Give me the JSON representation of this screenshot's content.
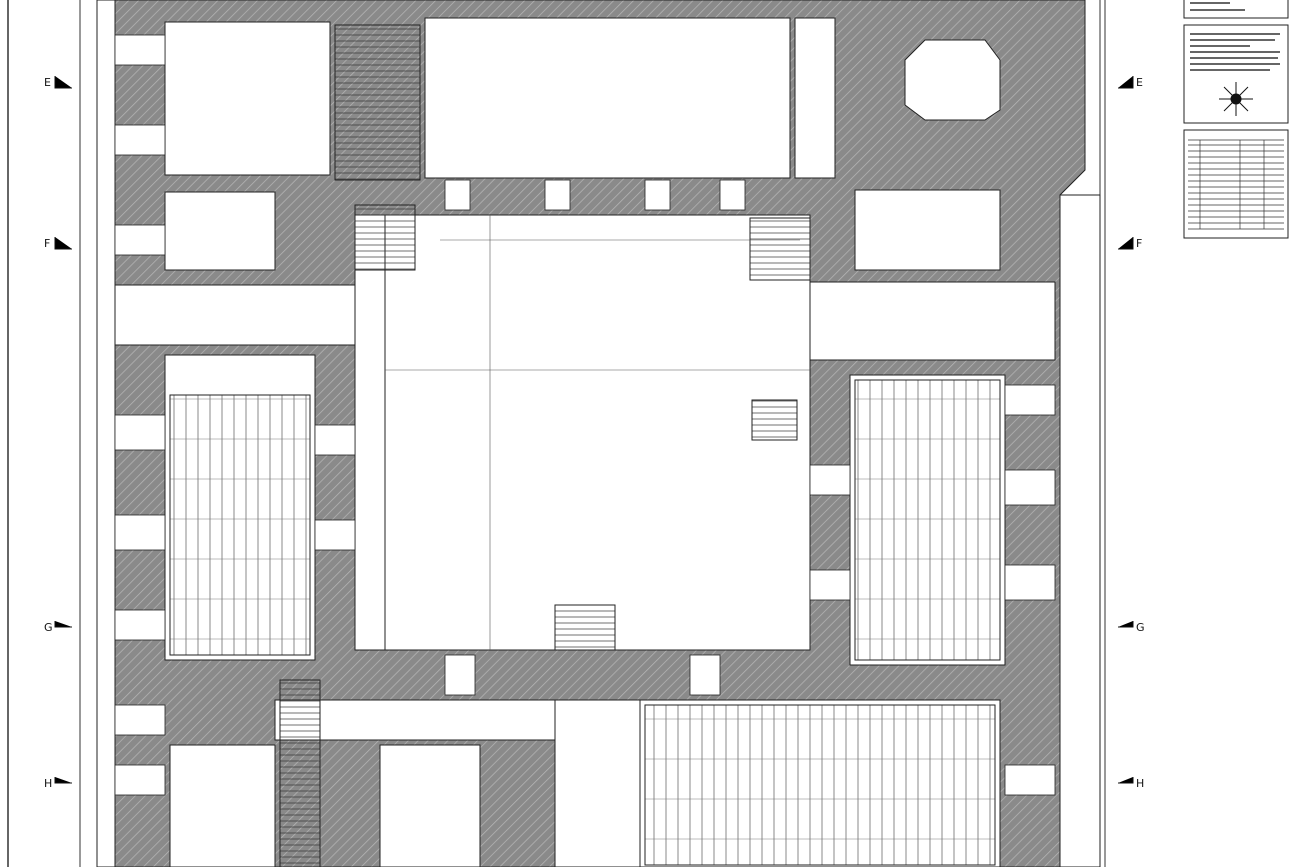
{
  "grid_axes": {
    "left": [
      "E",
      "F",
      "G",
      "H"
    ],
    "right": [
      "E",
      "F",
      "G",
      "H"
    ]
  },
  "colors": {
    "wall": "#8a8a8a",
    "hatch": "#bdbdbd",
    "line": "#222222",
    "room": "#ffffff"
  },
  "legend_panels": [
    "legend",
    "general-notes-with-compass",
    "room-schedule-table"
  ]
}
